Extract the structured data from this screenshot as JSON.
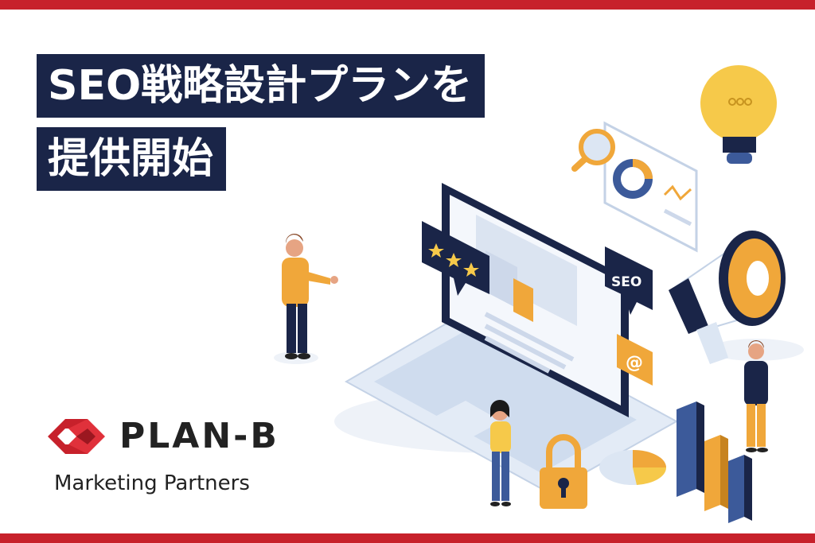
{
  "headline": {
    "line1": "SEO戦略設計プランを",
    "line2": "提供開始"
  },
  "illustration": {
    "seo_badge": "SEO",
    "at_badge": "@"
  },
  "logo": {
    "name": "PLAN-B",
    "tagline": "Marketing Partners"
  },
  "colors": {
    "brand_red": "#c7212b",
    "navy": "#1a2548",
    "accent_orange": "#f0a73a",
    "accent_yellow": "#f6c94a",
    "light_blue": "#dce6f3"
  },
  "icons": [
    "lightbulb-icon",
    "magnifier-icon",
    "megaphone-icon",
    "lock-icon",
    "pie-chart-icon",
    "bar-chart-icon",
    "star-icon",
    "at-icon"
  ]
}
